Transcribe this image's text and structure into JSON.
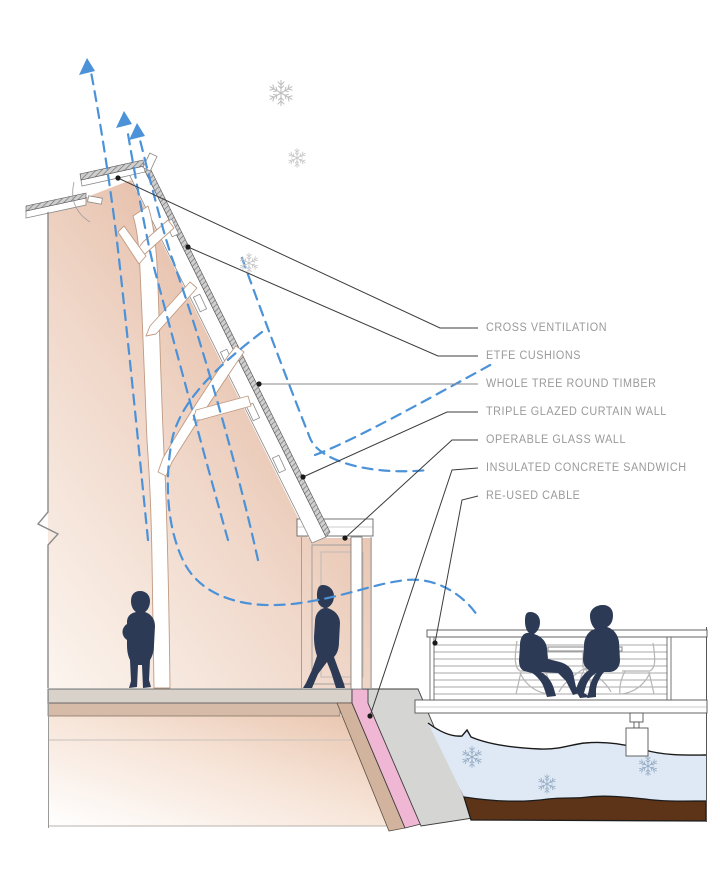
{
  "diagram": {
    "annotations": [
      {
        "id": "cross-ventilation",
        "label": "CROSS VENTILATION"
      },
      {
        "id": "etfe-cushions",
        "label": "ETFE CUSHIONS"
      },
      {
        "id": "whole-tree-round-timber",
        "label": "WHOLE TREE ROUND TIMBER"
      },
      {
        "id": "triple-glazed-curtain-wall",
        "label": "TRIPLE GLAZED CURTAIN WALL"
      },
      {
        "id": "operable-glass-wall",
        "label": "OPERABLE GLASS WALL"
      },
      {
        "id": "insulated-concrete-sandwich",
        "label": "INSULATED CONCRETE SANDWICH"
      },
      {
        "id": "re-used-cable",
        "label": "RE-USED CABLE"
      }
    ],
    "colors": {
      "ventilation_blue": "#4b92d8",
      "interior_peach": "#dfae94",
      "insulation_pink": "#f0b7d4",
      "ice_blue": "#dfe9f5",
      "soil_brown": "#5d3418",
      "concrete_gray": "#d5d5d3",
      "timber_tan": "#d2b49e",
      "figure_navy": "#2d3a55",
      "label_gray": "#9a9a9a"
    },
    "scene": {
      "people_standing": 1,
      "people_walking": 1,
      "people_seated": 2,
      "snowflakes_sky": 3,
      "snowflakes_ice": 3,
      "airflow_arrows": 3
    }
  }
}
